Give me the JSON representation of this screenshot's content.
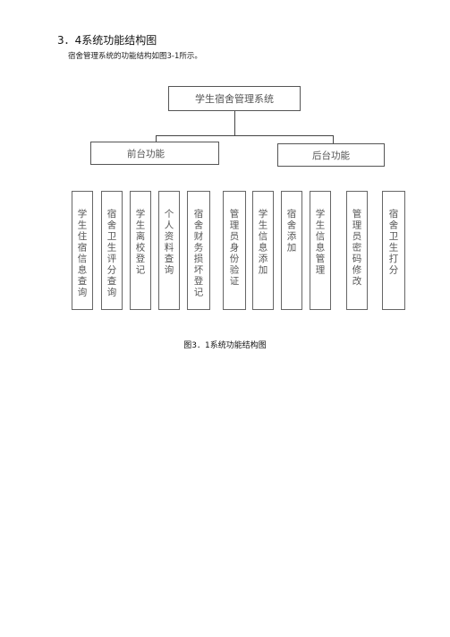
{
  "section": {
    "heading": "3．4系统功能结构图",
    "intro": "宿舍管理系统的功能结构如图3-1所示。"
  },
  "diagram": {
    "root": "学生宿舍管理系统",
    "front": "前台功能",
    "back": "后台功能",
    "leaves": [
      "学生住宿信息查询",
      "宿舍卫生评分查询",
      "学生离校登记",
      "个人资料查询",
      "宿舍财务损坏登记",
      "管理员身份验证",
      "学生信息添加",
      "宿舍添加",
      "学生信息管理",
      "管理员密码修改",
      "宿舍卫生打分"
    ]
  },
  "caption": "图3．1系统功能结构图"
}
